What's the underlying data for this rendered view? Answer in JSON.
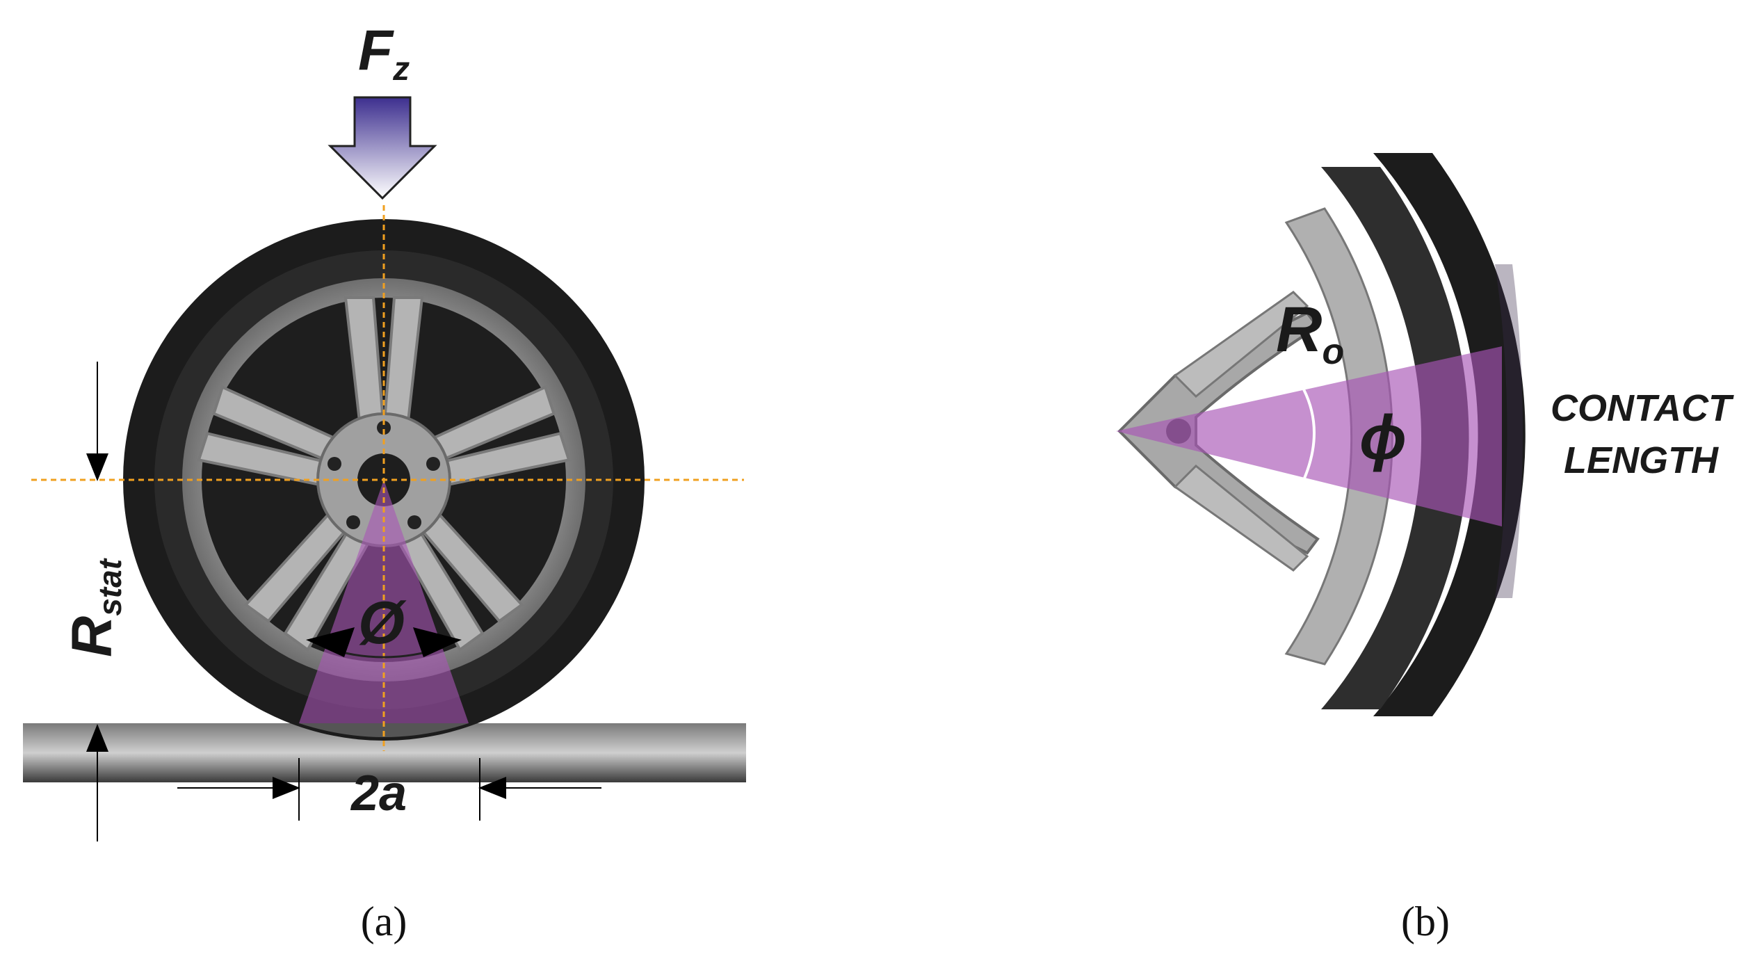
{
  "panel_a": {
    "force_label": "F",
    "force_subscript": "z",
    "radius_label": "R",
    "radius_subscript": "stat",
    "angle_label": "Ø",
    "contact_label": "2a",
    "caption": "(a)"
  },
  "panel_b": {
    "radius_label": "R",
    "radius_subscript": "o",
    "angle_label": "ϕ",
    "contact_line1": "CONTACT",
    "contact_line2": "LENGTH",
    "caption": "(b)"
  },
  "colors": {
    "sector": "#a855b5",
    "guide_line": "#f0a020",
    "arrow_fill": "#6a5cc0",
    "tire": "#1c1c1c",
    "rim": "#9a9a9a",
    "road": "#8a8a8a"
  },
  "icons": {
    "force_arrow": "down-arrow-icon",
    "dimension_arrows": "arrowhead-icon"
  }
}
